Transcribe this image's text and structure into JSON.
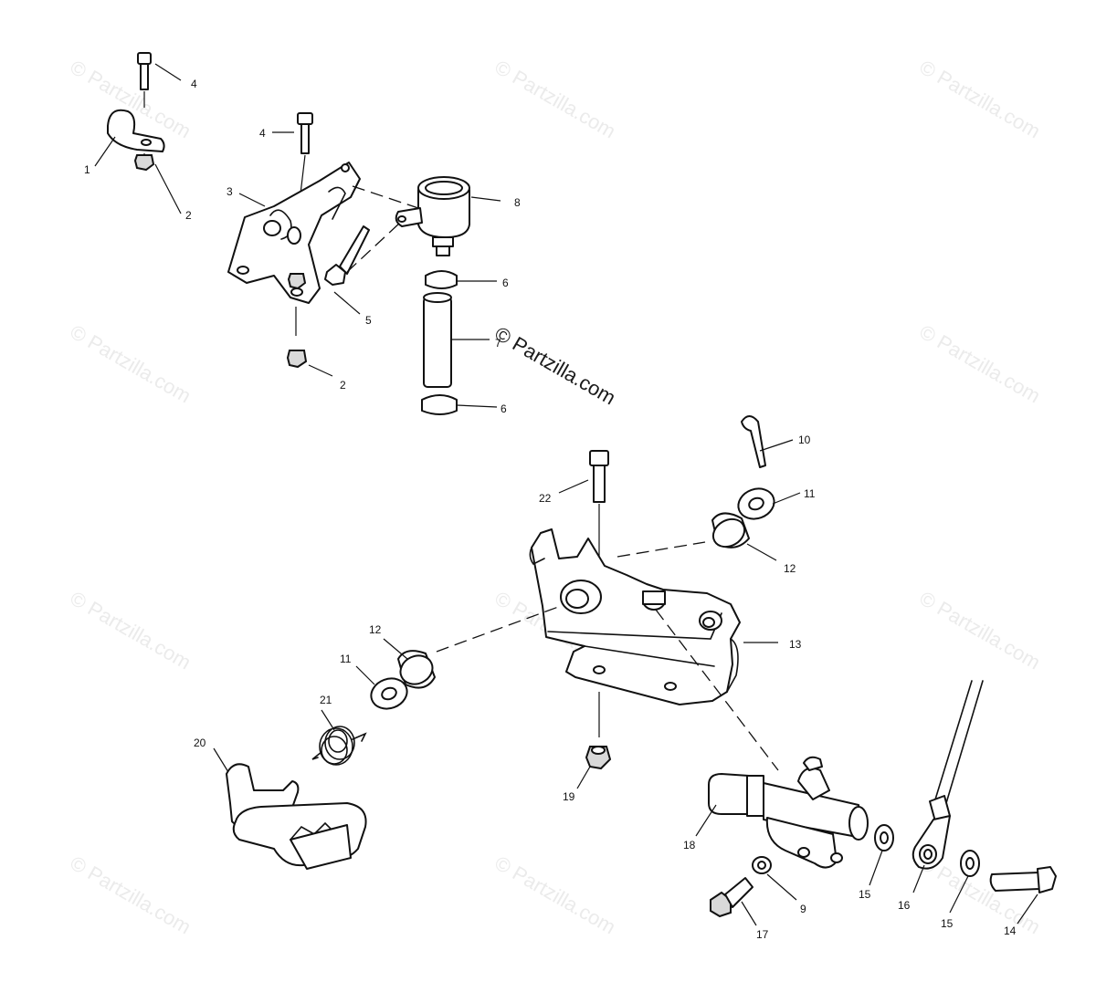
{
  "watermark": {
    "text": "© Partzilla.com",
    "color": "#ebebeb"
  },
  "center_watermark": "© Partzilla.com",
  "callouts": {
    "c1": "1",
    "c2a": "2",
    "c2b": "2",
    "c3": "3",
    "c4a": "4",
    "c4b": "4",
    "c5": "5",
    "c6a": "6",
    "c6b": "6",
    "c7": "7",
    "c8": "8",
    "c9": "9",
    "c10": "10",
    "c11a": "11",
    "c11b": "11",
    "c12a": "12",
    "c12b": "12",
    "c13": "13",
    "c14": "14",
    "c15a": "15",
    "c15b": "15",
    "c16": "16",
    "c17": "17",
    "c18": "18",
    "c19": "19",
    "c20": "20",
    "c21": "21",
    "c22": "22"
  }
}
